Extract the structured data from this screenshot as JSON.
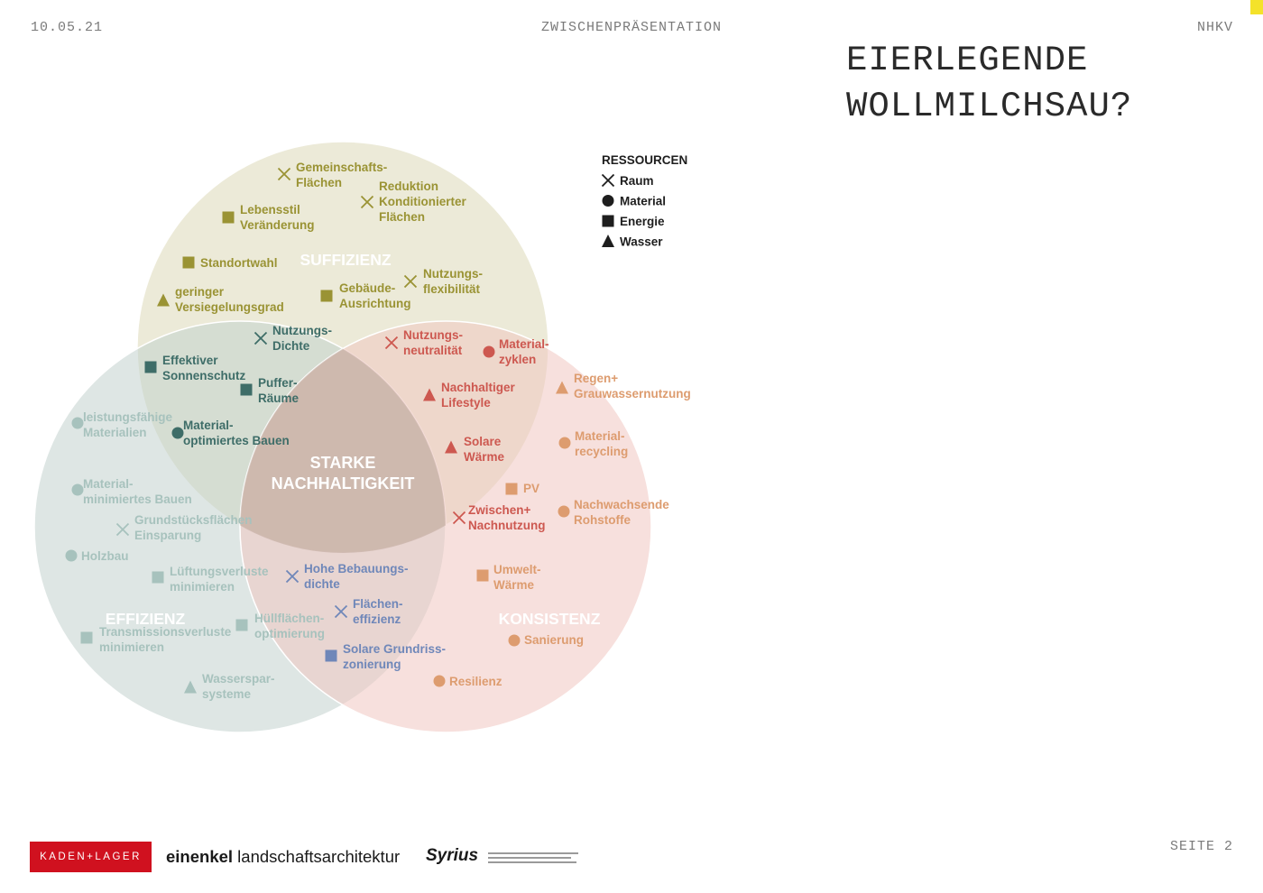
{
  "header": {
    "date": "10.05.21",
    "center": "ZWISCHENPRÄSENTATION",
    "right": "NHKV"
  },
  "title": {
    "line1": "EIERLEGENDE",
    "line2": "WOLLMILCHSAU?"
  },
  "legend": {
    "title": "RESSOURCEN",
    "items": [
      {
        "shape": "cross",
        "label": "Raum"
      },
      {
        "shape": "circle",
        "label": "Material"
      },
      {
        "shape": "square",
        "label": "Energie"
      },
      {
        "shape": "triangle",
        "label": "Wasser"
      }
    ]
  },
  "circles": {
    "suffizienz": {
      "label": "SUFFIZIENZ",
      "color": "#ddd9b8"
    },
    "effizienz": {
      "label": "EFFIZIENZ",
      "color": "#c3d2cd"
    },
    "konsistenz": {
      "label": "KONSISTENZ",
      "color": "#f1c6c1"
    },
    "center": {
      "line1": "STARKE",
      "line2": "NACHHALTIGKEIT"
    }
  },
  "colors": {
    "olive": "#9a9334",
    "teal": "#3e6d68",
    "red": "#cd5850",
    "orange": "#dd9c6f",
    "sage": "#a7c2bd",
    "blue": "#6f87b9"
  },
  "items": [
    {
      "shape": "cross",
      "color": "olive",
      "lines": [
        "Gemeinschafts-",
        "Flächen"
      ]
    },
    {
      "shape": "cross",
      "color": "olive",
      "lines": [
        "Reduktion",
        "Konditionierter",
        "Flächen"
      ]
    },
    {
      "shape": "square",
      "color": "olive",
      "lines": [
        "Lebensstil",
        "Veränderung"
      ]
    },
    {
      "shape": "square",
      "color": "olive",
      "lines": [
        "Standortwahl"
      ]
    },
    {
      "shape": "cross",
      "color": "olive",
      "lines": [
        "Nutzungs-",
        "flexibilität"
      ]
    },
    {
      "shape": "triangle",
      "color": "olive",
      "lines": [
        "geringer",
        "Versiegelungsgrad"
      ]
    },
    {
      "shape": "square",
      "color": "olive",
      "lines": [
        "Gebäude-",
        "Ausrichtung"
      ]
    },
    {
      "shape": "cross",
      "color": "teal",
      "lines": [
        "Nutzungs-",
        "Dichte"
      ]
    },
    {
      "shape": "square",
      "color": "teal",
      "lines": [
        "Effektiver",
        "Sonnenschutz"
      ]
    },
    {
      "shape": "square",
      "color": "teal",
      "lines": [
        "Puffer-",
        "Räume"
      ]
    },
    {
      "shape": "circle",
      "color": "teal",
      "lines": [
        "Material-",
        "optimiertes Bauen"
      ]
    },
    {
      "shape": "cross",
      "color": "red",
      "lines": [
        "Nutzungs-",
        "neutralität"
      ]
    },
    {
      "shape": "circle",
      "color": "red",
      "lines": [
        "Material-",
        "zyklen"
      ]
    },
    {
      "shape": "triangle",
      "color": "red",
      "lines": [
        "Nachhaltiger",
        "Lifestyle"
      ]
    },
    {
      "shape": "triangle",
      "color": "red",
      "lines": [
        "Solare",
        "Wärme"
      ]
    },
    {
      "shape": "cross",
      "color": "red",
      "lines": [
        "Zwischen+",
        "Nachnutzung"
      ]
    },
    {
      "shape": "triangle",
      "color": "orange",
      "lines": [
        "Regen+",
        "Grauwassernutzung"
      ]
    },
    {
      "shape": "circle",
      "color": "orange",
      "lines": [
        "Material-",
        "recycling"
      ]
    },
    {
      "shape": "square",
      "color": "orange",
      "lines": [
        "PV"
      ]
    },
    {
      "shape": "circle",
      "color": "orange",
      "lines": [
        "Nachwachsende",
        "Rohstoffe"
      ]
    },
    {
      "shape": "square",
      "color": "orange",
      "lines": [
        "Umwelt-",
        "Wärme"
      ]
    },
    {
      "shape": "circle",
      "color": "orange",
      "lines": [
        "Sanierung"
      ]
    },
    {
      "shape": "circle",
      "color": "orange",
      "lines": [
        "Resilienz"
      ]
    },
    {
      "shape": "circle",
      "color": "sage",
      "lines": [
        "leistungsfähige",
        "Materialien"
      ]
    },
    {
      "shape": "circle",
      "color": "sage",
      "lines": [
        "Material-",
        "minimiertes Bauen"
      ]
    },
    {
      "shape": "cross",
      "color": "sage",
      "lines": [
        "Grundstücksflächen",
        "Einsparung"
      ]
    },
    {
      "shape": "circle",
      "color": "sage",
      "lines": [
        "Holzbau"
      ]
    },
    {
      "shape": "square",
      "color": "sage",
      "lines": [
        "Lüftungsverluste",
        "minimieren"
      ]
    },
    {
      "shape": "square",
      "color": "sage",
      "lines": [
        "Transmissionsverluste",
        "minimieren"
      ]
    },
    {
      "shape": "square",
      "color": "sage",
      "lines": [
        "Hüllflächen-",
        "optimierung"
      ]
    },
    {
      "shape": "triangle",
      "color": "sage",
      "lines": [
        "Wasserspar-",
        "systeme"
      ]
    },
    {
      "shape": "cross",
      "color": "blue",
      "lines": [
        "Hohe Bebauungs-",
        "dichte"
      ]
    },
    {
      "shape": "cross",
      "color": "blue",
      "lines": [
        "Flächen-",
        "effizienz"
      ]
    },
    {
      "shape": "square",
      "color": "blue",
      "lines": [
        "Solare Grundriss-",
        "zonierung"
      ]
    }
  ],
  "footer": {
    "logo1": "KADEN+LAGER",
    "logo2_bold": "einenkel",
    "logo2_rest": " landschaftsarchitektur",
    "logo3": "Syrius",
    "page": "SEITE 2"
  }
}
